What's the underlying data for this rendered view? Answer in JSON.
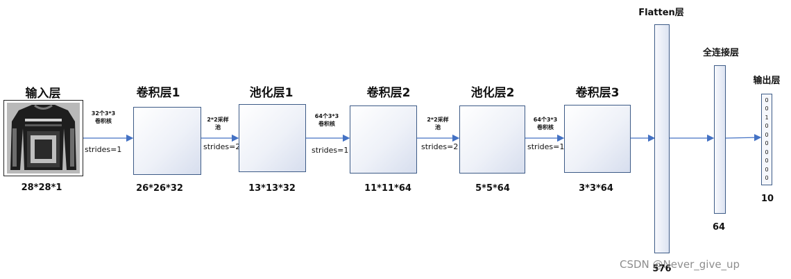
{
  "layers": {
    "input": {
      "title": "输入层",
      "dim": "28*28*1"
    },
    "conv1": {
      "title": "卷积层1",
      "dim": "26*26*32"
    },
    "pool1": {
      "title": "池化层1",
      "dim": "13*13*32"
    },
    "conv2": {
      "title": "卷积层2",
      "dim": "11*11*64"
    },
    "pool2": {
      "title": "池化层2",
      "dim": "5*5*64"
    },
    "conv3": {
      "title": "卷积层3",
      "dim": "3*3*64"
    },
    "flatten": {
      "title": "Flatten层",
      "dim": "576"
    },
    "dense": {
      "title": "全连接层",
      "dim": "64"
    },
    "output": {
      "title": "输出层",
      "dim": "10"
    }
  },
  "ops": {
    "op1": {
      "line1": "32个3*3",
      "line2": "卷积核",
      "stride": "strides=1"
    },
    "op2": {
      "line1": "2*2采样",
      "line2": "池",
      "stride": "strides=2"
    },
    "op3": {
      "line1": "64个3*3",
      "line2": "卷积核",
      "stride": "strides=1"
    },
    "op4": {
      "line1": "2*2采样",
      "line2": "池",
      "stride": "strides=2"
    },
    "op5": {
      "line1": "64个3*3",
      "line2": "卷积核",
      "stride": "strides=1"
    }
  },
  "output_values": [
    "0",
    "0",
    "1",
    "0",
    "0",
    "0",
    "0",
    "0",
    "0",
    "0"
  ],
  "watermark": "CSDN @Never_give_up",
  "colors": {
    "arrow": "#4472c4",
    "box_border": "#3c5a86"
  }
}
